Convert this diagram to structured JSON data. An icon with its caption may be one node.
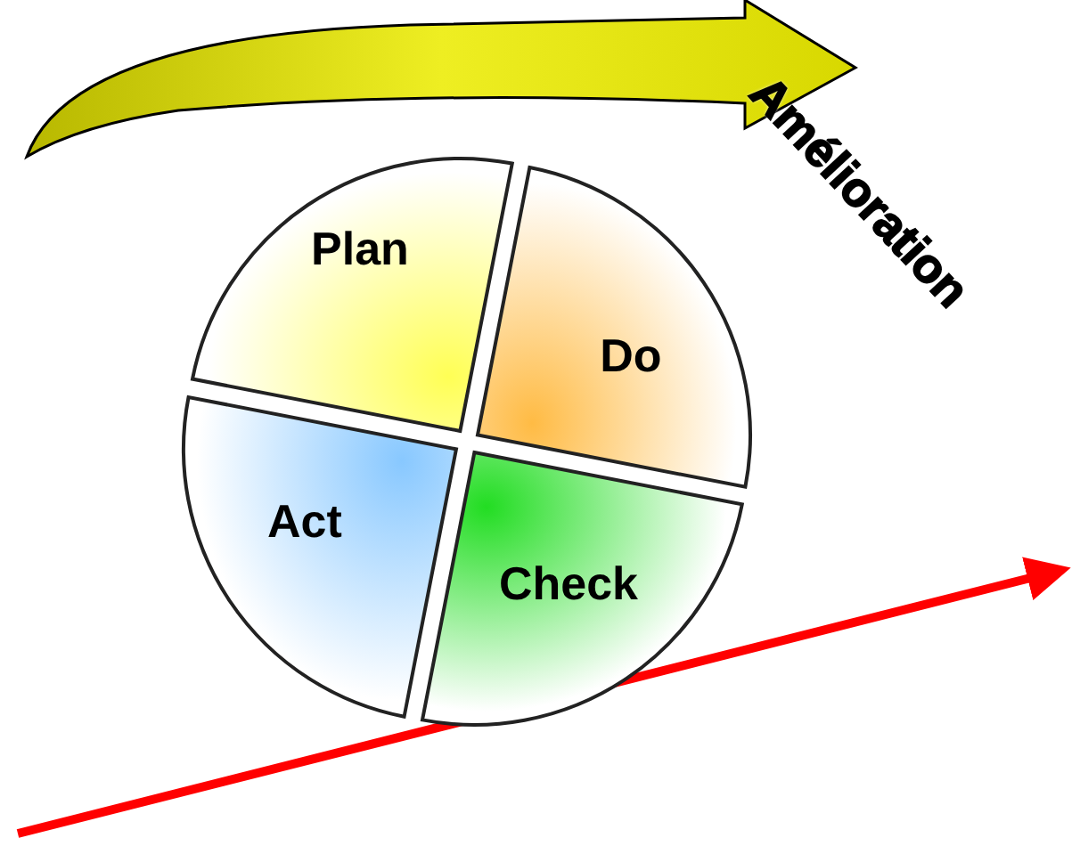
{
  "diagram": {
    "nodes": [
      {
        "text": [
          "Plan"
        ]
      },
      {
        "text": [
          "Do"
        ]
      },
      {
        "text": [
          "Act"
        ]
      },
      {
        "text": [
          "Check"
        ]
      }
    ],
    "labels": [
      "Amélioration"
    ]
  }
}
